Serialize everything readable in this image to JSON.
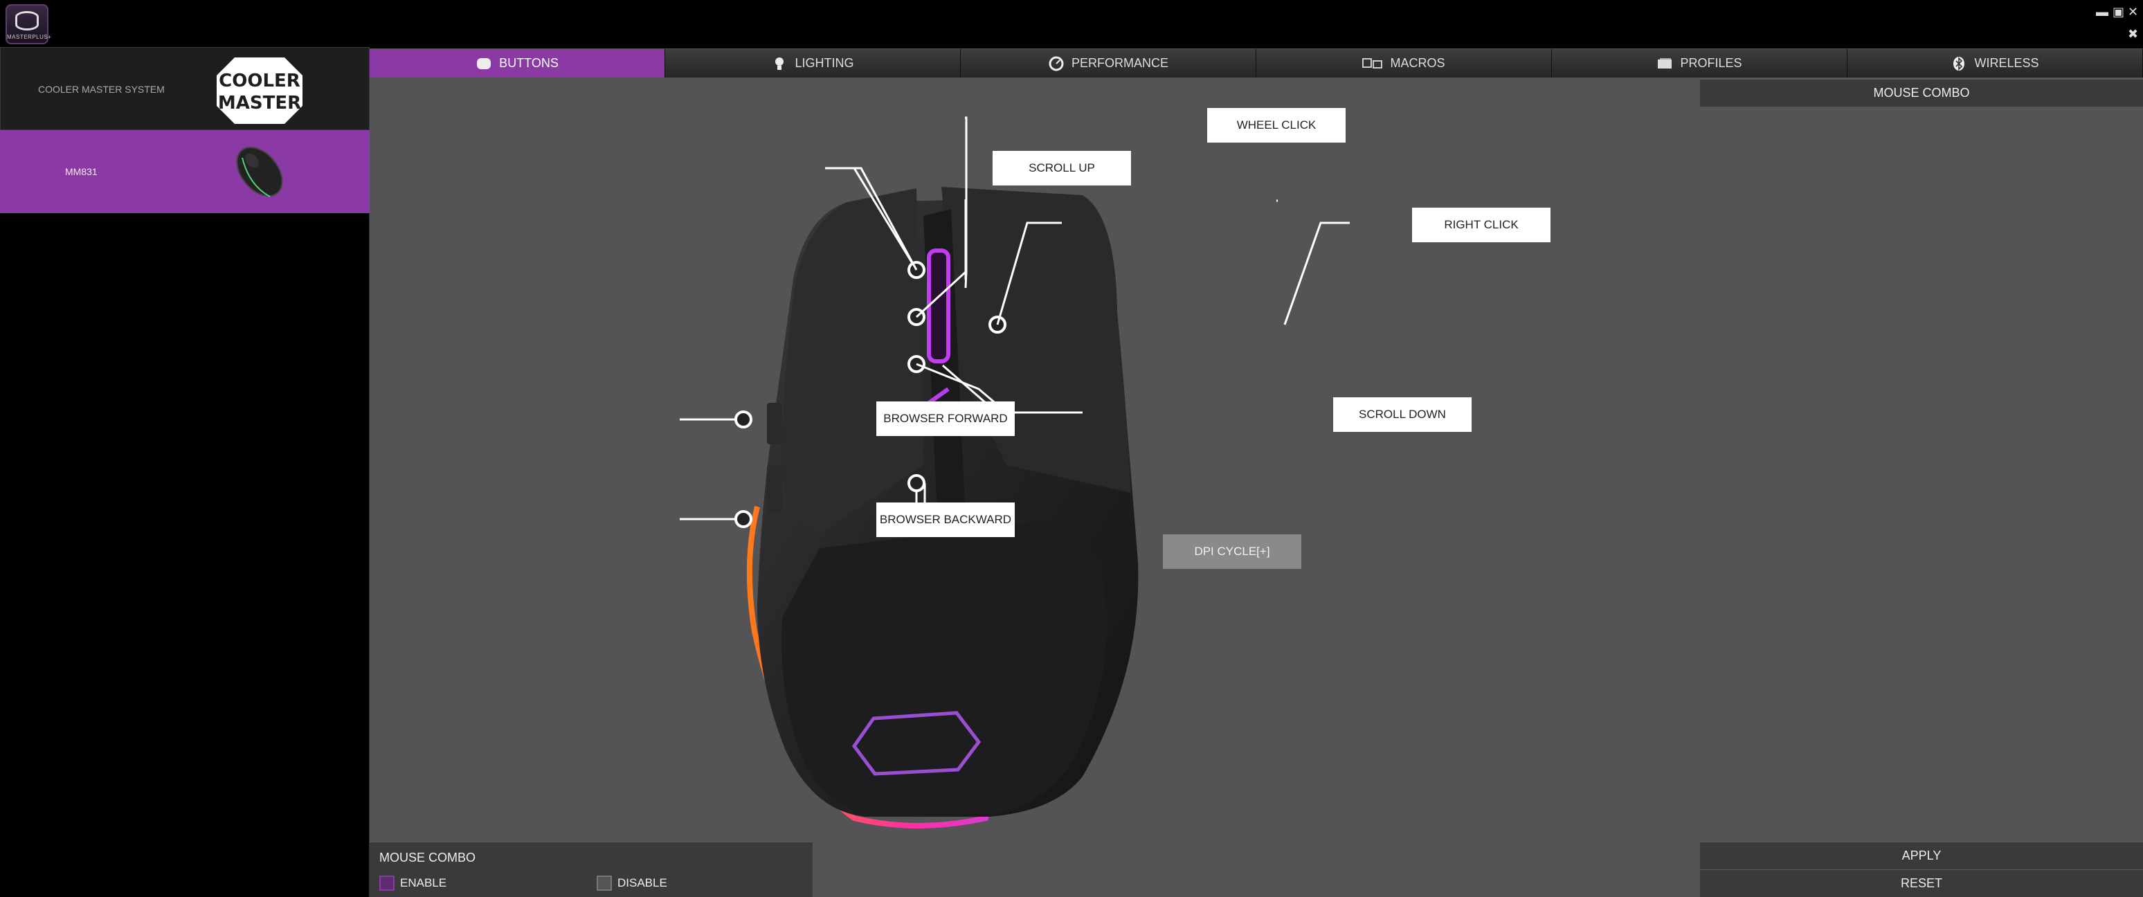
{
  "app": {
    "logo_text": "MASTERPLUS+"
  },
  "window_controls": {
    "minimize": "▬",
    "maximize": "▣",
    "close": "✕",
    "pin": "✖"
  },
  "sidebar": {
    "brand_label": "COOLER MASTER SYSTEM",
    "brand_logo_lines": [
      "COOLER",
      "MASTER"
    ],
    "device_label": "MM831"
  },
  "tabs": [
    {
      "label": "BUTTONS",
      "icon": "mouse-icon",
      "active": true
    },
    {
      "label": "LIGHTING",
      "icon": "bulb-icon",
      "active": false
    },
    {
      "label": "PERFORMANCE",
      "icon": "gauge-icon",
      "active": false
    },
    {
      "label": "MACROS",
      "icon": "macro-icon",
      "active": false
    },
    {
      "label": "PROFILES",
      "icon": "profiles-icon",
      "active": false
    },
    {
      "label": "WIRELESS",
      "icon": "bluetooth-icon",
      "active": false
    }
  ],
  "buttons_map": {
    "wheel_click": "WHEEL CLICK",
    "scroll_up": "SCROLL UP",
    "right_click": "RIGHT CLICK",
    "browser_forward": "BROWSER FORWARD",
    "scroll_down": "SCROLL DOWN",
    "browser_backward": "BROWSER BACKWARD",
    "dpi_cycle": "DPI CYCLE[+]"
  },
  "right_panel": {
    "header": "MOUSE COMBO",
    "apply": "APPLY",
    "reset": "RESET"
  },
  "combo_panel": {
    "title": "MOUSE COMBO",
    "enable": "ENABLE",
    "disable": "DISABLE",
    "enabled": true
  },
  "colors": {
    "accent": "#8b3aa5",
    "panel": "#545457",
    "bar": "#3a3a3c"
  }
}
